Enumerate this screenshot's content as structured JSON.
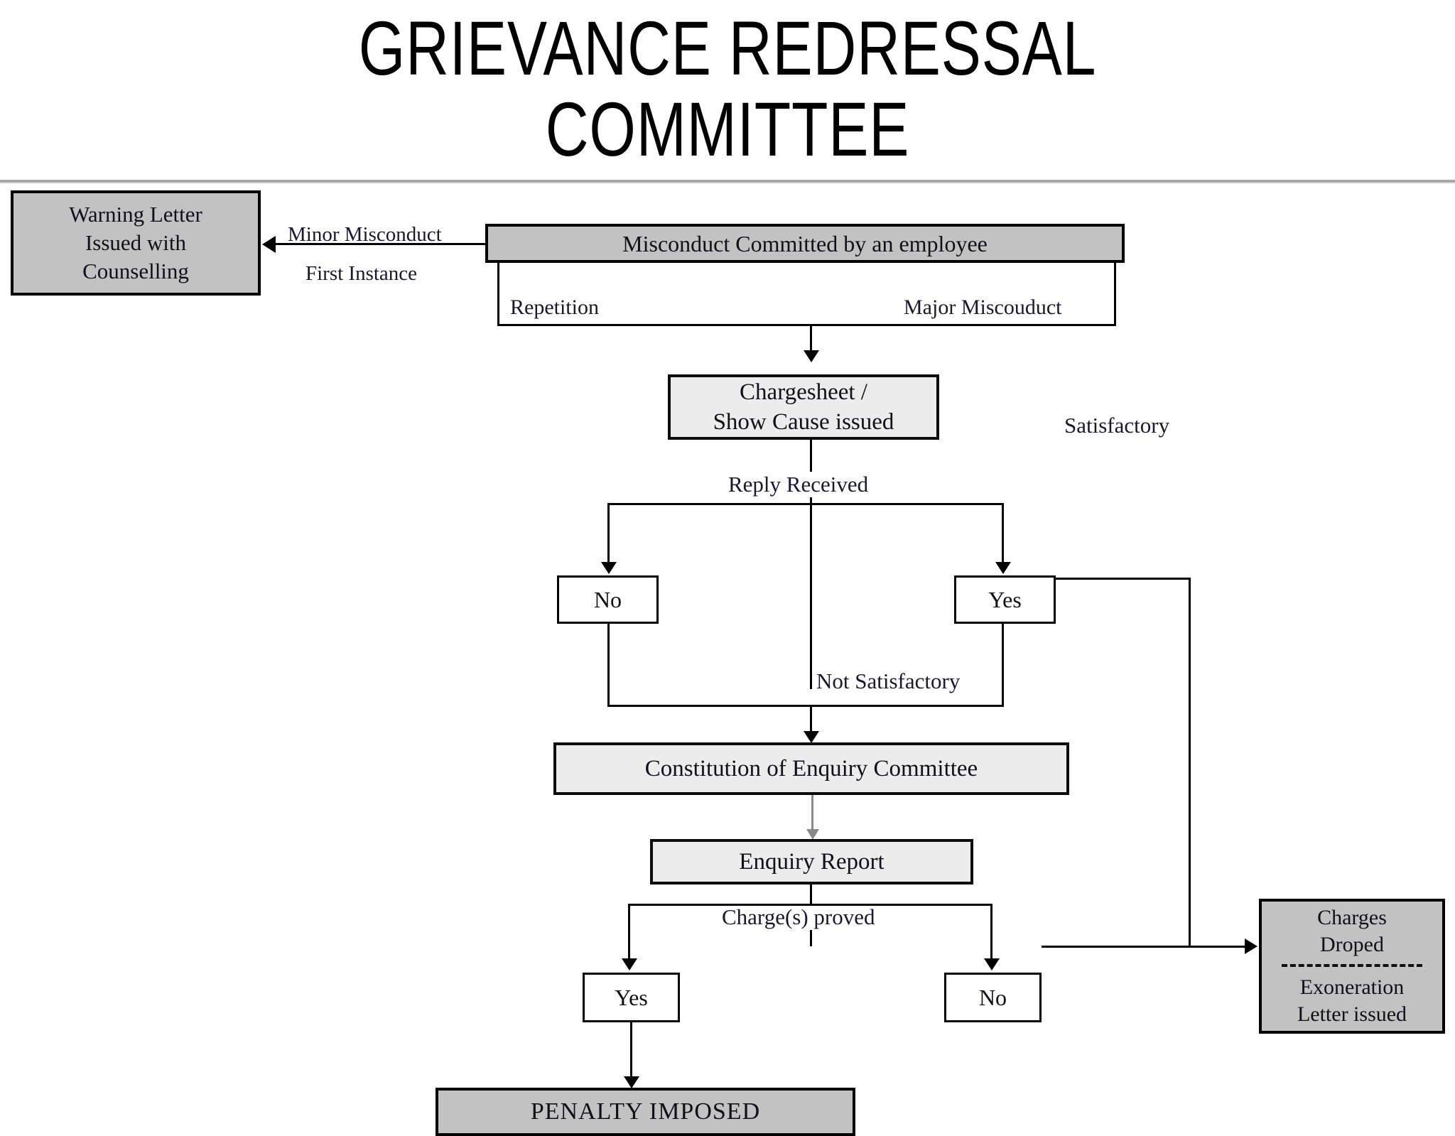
{
  "title": {
    "line1": "GRIEVANCE REDRESSAL",
    "line2": "COMMITTEE"
  },
  "colors": {
    "node_fill_dark": "#c2c2c2",
    "node_fill_light": "#ececec",
    "node_fill_white": "#ffffff",
    "stroke": "#000000",
    "stroke_gray": "#8a8a8a",
    "text": "#111018",
    "page_background": "#ffffff"
  },
  "chart_data": {
    "type": "diagram",
    "title": "GRIEVANCE REDRESSAL COMMITTEE",
    "nodes": [
      {
        "id": "warning_letter",
        "label": "Warning Letter Issued with Counselling",
        "fill": "dark"
      },
      {
        "id": "misconduct",
        "label": "Misconduct Committed by an employee",
        "fill": "dark"
      },
      {
        "id": "chargesheet",
        "label": "Chargesheet / Show Cause issued",
        "fill": "light"
      },
      {
        "id": "reply_no",
        "label": "No",
        "fill": "white"
      },
      {
        "id": "reply_yes",
        "label": "Yes",
        "fill": "white"
      },
      {
        "id": "enquiry_committee",
        "label": "Constitution of Enquiry Committee",
        "fill": "light"
      },
      {
        "id": "enquiry_report",
        "label": "Enquiry Report",
        "fill": "light"
      },
      {
        "id": "proved_yes",
        "label": "Yes",
        "fill": "white"
      },
      {
        "id": "proved_no",
        "label": "No",
        "fill": "white"
      },
      {
        "id": "charges_dropped",
        "label": "Charges Droped / Exoneration Letter issued",
        "fill": "dark"
      },
      {
        "id": "penalty",
        "label": "PENALTY IMPOSED",
        "fill": "dark"
      }
    ],
    "edges": [
      {
        "from": "misconduct",
        "to": "warning_letter",
        "label": "Minor Misconduct First Instance"
      },
      {
        "from": "misconduct",
        "to": "chargesheet",
        "label": "Repetition / Major Miscouduct"
      },
      {
        "from": "chargesheet",
        "to": "reply_no",
        "label": "Reply Received"
      },
      {
        "from": "chargesheet",
        "to": "reply_yes",
        "label": "Reply Received"
      },
      {
        "from": "reply_no",
        "to": "enquiry_committee",
        "label": ""
      },
      {
        "from": "reply_yes",
        "to": "enquiry_committee",
        "label": "Not Satisfactory"
      },
      {
        "from": "reply_yes",
        "to": "charges_dropped",
        "label": "Satisfactory"
      },
      {
        "from": "enquiry_committee",
        "to": "enquiry_report",
        "label": ""
      },
      {
        "from": "enquiry_report",
        "to": "proved_yes",
        "label": "Charge(s) proved"
      },
      {
        "from": "enquiry_report",
        "to": "proved_no",
        "label": "Charge(s) proved"
      },
      {
        "from": "proved_yes",
        "to": "penalty",
        "label": ""
      },
      {
        "from": "proved_no",
        "to": "charges_dropped",
        "label": ""
      }
    ]
  },
  "nodes": {
    "warning_letter": {
      "line1": "Warning Letter",
      "line2": "Issued with",
      "line3": "Counselling"
    },
    "misconduct": {
      "label": "Misconduct Committed by an employee"
    },
    "chargesheet": {
      "line1": "Chargesheet /",
      "line2": "Show Cause issued"
    },
    "reply_no": {
      "label": "No"
    },
    "reply_yes": {
      "label": "Yes"
    },
    "enquiry_committee": {
      "label": "Constitution of Enquiry Committee"
    },
    "enquiry_report": {
      "label": "Enquiry Report"
    },
    "proved_yes": {
      "label": "Yes"
    },
    "proved_no": {
      "label": "No"
    },
    "charges_dropped": {
      "line1": "Charges",
      "line2": "Droped",
      "line3": "Exoneration",
      "line4": "Letter issued"
    },
    "penalty": {
      "label": "PENALTY IMPOSED"
    }
  },
  "edge_labels": {
    "minor_misconduct": "Minor Misconduct",
    "first_instance": "First Instance",
    "repetition": "Repetition",
    "major_misconduct": "Major Miscouduct",
    "reply_received": "Reply Received",
    "satisfactory": "Satisfactory",
    "not_satisfactory": "Not Satisfactory",
    "charges_proved": "Charge(s) proved"
  }
}
